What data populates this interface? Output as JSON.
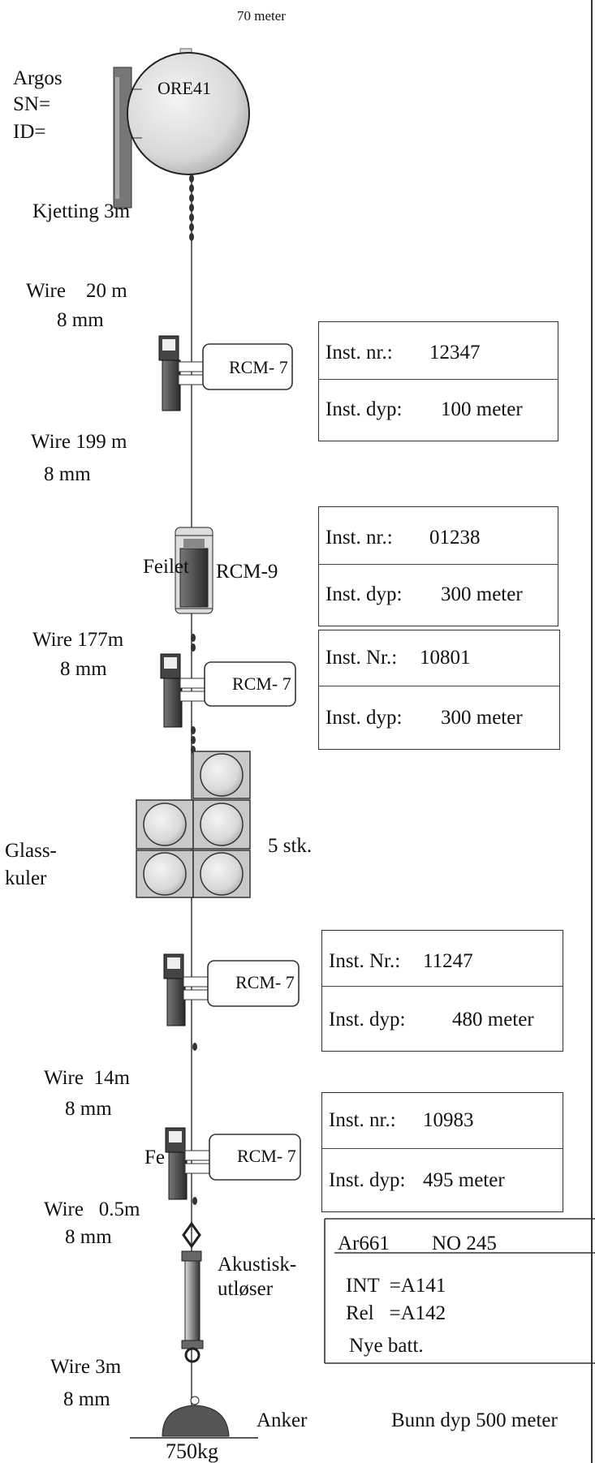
{
  "header": {
    "depth_label": "70 meter"
  },
  "buoy": {
    "label": "ORE41",
    "argos": "Argos",
    "sn": "SN=",
    "id": "ID="
  },
  "segments": {
    "chain": "Kjetting 3m",
    "wire1": "Wire    20 m",
    "wire1_d": "8 mm",
    "wire2": "Wire 199 m",
    "wire2_d": "8 mm",
    "wire3": "Wire 177m",
    "wire3_d": "8 mm",
    "wire4": "Wire  14m",
    "wire4_d": "8 mm",
    "wire5": "Wire   0.5m",
    "wire5_d": "8 mm",
    "wire6": "Wire 3m",
    "wire6_d": "8 mm"
  },
  "instruments": {
    "rcm7_label": "RCM- 7",
    "rcm9_label": "RCM-9",
    "failed_label": "Feilet",
    "failed_label_short": "Fe"
  },
  "boxes": [
    {
      "nr_label": "Inst. nr.:",
      "nr": "12347",
      "dyp_label": "Inst. dyp:",
      "dyp": "100 meter"
    },
    {
      "nr_label": "Inst. nr.:",
      "nr": "01238",
      "dyp_label": "Inst. dyp:",
      "dyp": "300 meter"
    },
    {
      "nr_label": "Inst. Nr.:",
      "nr": "10801",
      "dyp_label": "Inst. dyp:",
      "dyp": "300 meter"
    },
    {
      "nr_label": "Inst. Nr.:",
      "nr": "11247",
      "dyp_label": "Inst. dyp:",
      "dyp": "480 meter"
    },
    {
      "nr_label": "Inst. nr.:",
      "nr": "10983",
      "dyp_label": "Inst. dyp:",
      "dyp": "495 meter"
    }
  ],
  "floats": {
    "label1": "Glass-",
    "label2": "kuler",
    "count": "5 stk."
  },
  "release": {
    "label1": "Akustisk-",
    "label2": "utløser",
    "header_ar": "Ar661",
    "header_no": "NO 245",
    "int": "INT  =A141",
    "rel": "Rel   =A142",
    "batt": "Nye batt."
  },
  "anchor": {
    "label": "Anker",
    "weight": "750kg",
    "bottom": "Bunn dyp 500 meter"
  },
  "colors": {
    "ink": "#222222",
    "grey": "#9a9a9a",
    "panel": "#c9c9c9"
  }
}
